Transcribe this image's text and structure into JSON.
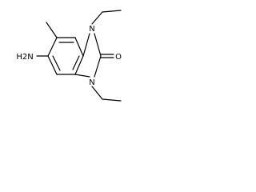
{
  "molecule": {
    "atoms": {
      "amine": "H2N",
      "n1": "N",
      "n3": "N",
      "carbonyl_oxygen": "O"
    },
    "colors": {
      "bond": "#000000",
      "text": "#000000",
      "background": "#ffffff"
    }
  }
}
